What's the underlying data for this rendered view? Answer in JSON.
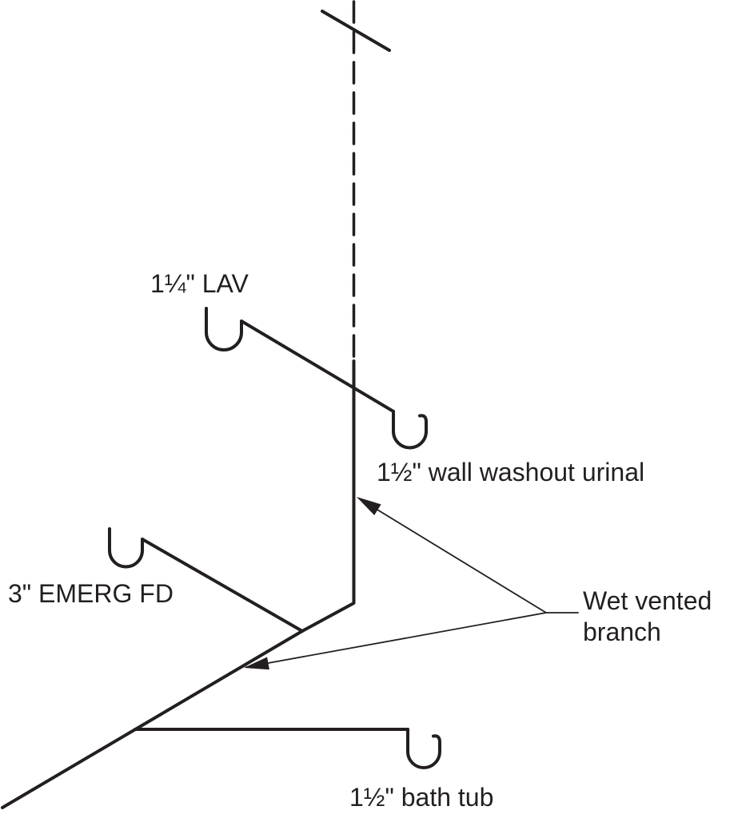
{
  "diagram": {
    "kind": "plumbing-wet-vent-riser-diagram",
    "colors": {
      "line": "#231f20",
      "background": "#ffffff"
    },
    "labels": {
      "lav": "1¼\" LAV",
      "urinal": "1½\" wall washout urinal",
      "emerg_floor_drain": "3\" EMERG FD",
      "bath_tub": "1½\" bath tub",
      "wet_vented_line1": "Wet vented",
      "wet_vented_line2": "branch"
    },
    "icons": {
      "p_trap": "U-bend trap symbol",
      "pipe_break": "diagonal break slash on dashed vent stack",
      "leader_arrow": "filled triangular arrowhead"
    }
  }
}
